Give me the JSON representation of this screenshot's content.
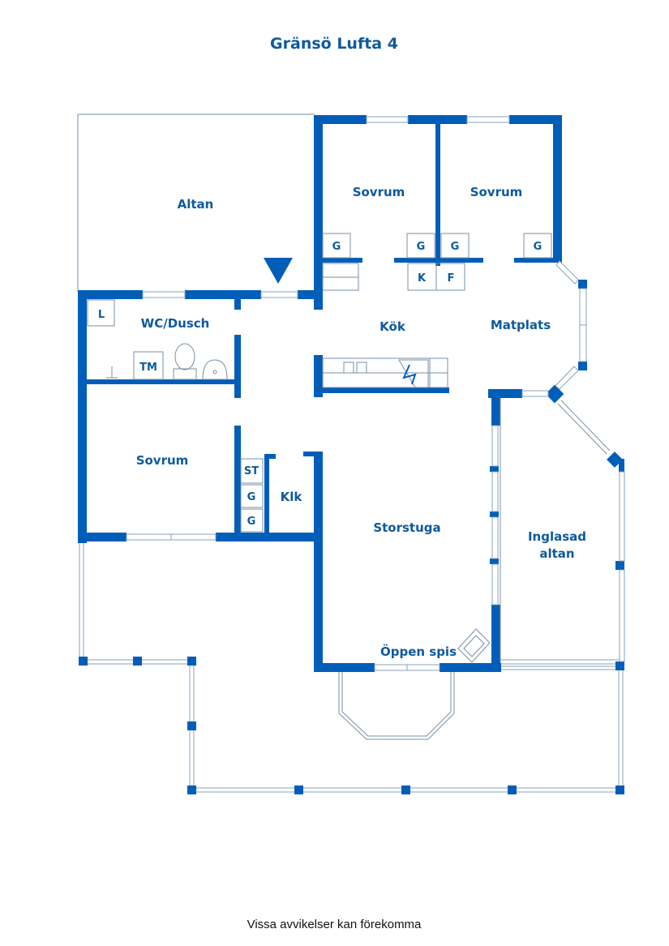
{
  "title": "Gränsö Lufta 4",
  "footer_note": "Vissa avvikelser kan förekomma",
  "colors": {
    "wall": "#005eb8",
    "label": "#0d5a9e",
    "background": "#ffffff"
  },
  "rooms": {
    "altan": "Altan",
    "sovrum_1": "Sovrum",
    "sovrum_2": "Sovrum",
    "sovrum_3": "Sovrum",
    "wc_dusch": "WC/Dusch",
    "kok": "Kök",
    "matplats": "Matplats",
    "storstuga": "Storstuga",
    "inglasad_altan_line1": "Inglasad",
    "inglasad_altan_line2": "altan",
    "klk": "Klk",
    "oppen_spis": "Öppen spis"
  },
  "fixtures": {
    "g1": "G",
    "g2": "G",
    "g3": "G",
    "g4": "G",
    "g5": "G",
    "g6": "G",
    "k": "K",
    "f": "F",
    "l": "L",
    "tm": "TM",
    "st": "ST"
  },
  "icons": {
    "entrance": "entrance-arrow-icon",
    "toilet": "toilet-icon",
    "sink": "sink-icon",
    "stove": "stove-icon",
    "fireplace": "fireplace-icon",
    "shower": "shower-icon"
  }
}
